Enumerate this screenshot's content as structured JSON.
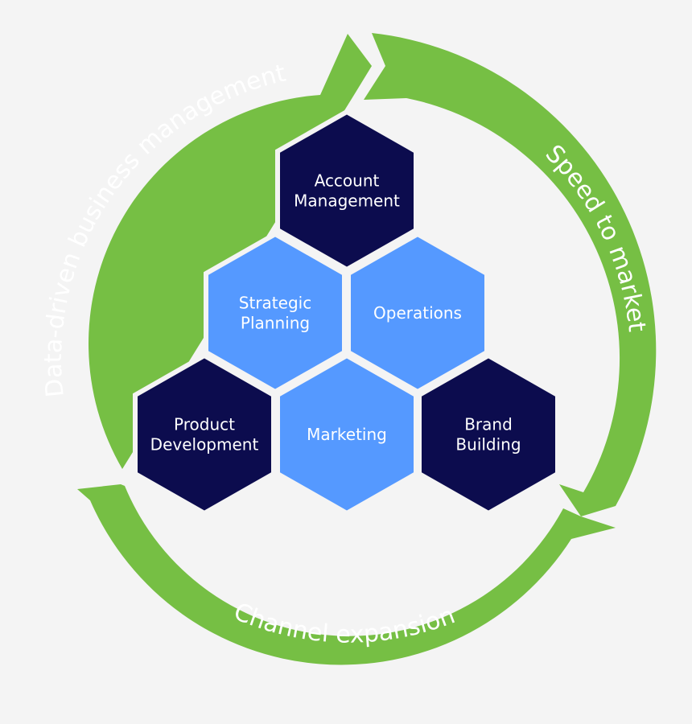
{
  "colors": {
    "background": "#f4f4f4",
    "ring_green": "#76bf44",
    "hex_dark": "#0c0c4e",
    "hex_light": "#5599ff",
    "text": "#ffffff"
  },
  "ring_arrows": [
    {
      "id": "data-driven",
      "label": "Data-driven business management"
    },
    {
      "id": "speed",
      "label": "Speed to market"
    },
    {
      "id": "channel",
      "label": "Channel expansion"
    }
  ],
  "hexagons": [
    {
      "id": "account-management",
      "lines": [
        "Account",
        "Management"
      ],
      "tone": "dark"
    },
    {
      "id": "strategic-planning",
      "lines": [
        "Strategic",
        "Planning"
      ],
      "tone": "light"
    },
    {
      "id": "operations",
      "lines": [
        "Operations"
      ],
      "tone": "light"
    },
    {
      "id": "product-development",
      "lines": [
        "Product",
        "Development"
      ],
      "tone": "dark"
    },
    {
      "id": "marketing",
      "lines": [
        "Marketing"
      ],
      "tone": "light"
    },
    {
      "id": "brand-building",
      "lines": [
        "Brand",
        "Building"
      ],
      "tone": "dark"
    }
  ]
}
